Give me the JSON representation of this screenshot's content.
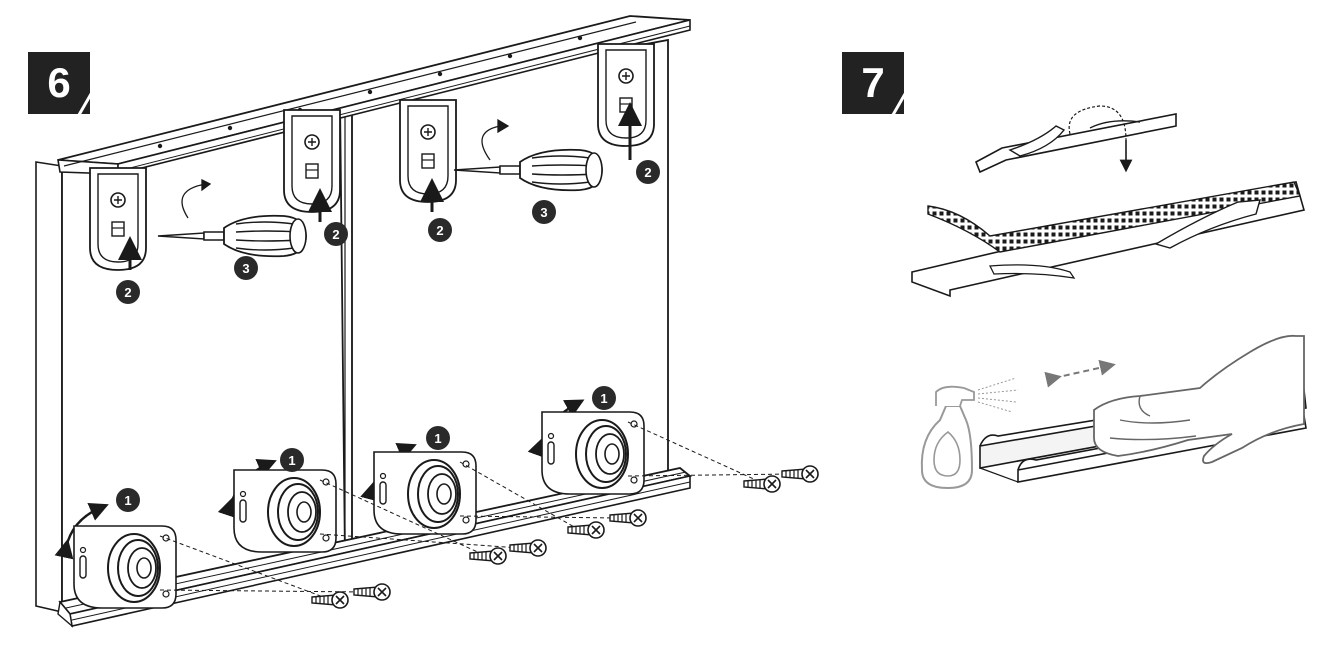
{
  "steps": [
    {
      "number": "6"
    },
    {
      "number": "7"
    }
  ],
  "callouts": {
    "adjust_wheel": "1",
    "lock_clip": "2",
    "screwdriver": "3"
  },
  "colors": {
    "line": "#1a1a1a",
    "badge": "#222222",
    "callout_fill": "#2a2a2a",
    "hand_gray": "#666666",
    "spray_gray": "#999999",
    "track_fill": "#f4f4f4"
  },
  "icons": [
    "screwdriver-icon",
    "screw-icon",
    "hand-icon",
    "spray-bottle-icon",
    "rotation-arrow-icon",
    "push-arrow-icon"
  ]
}
